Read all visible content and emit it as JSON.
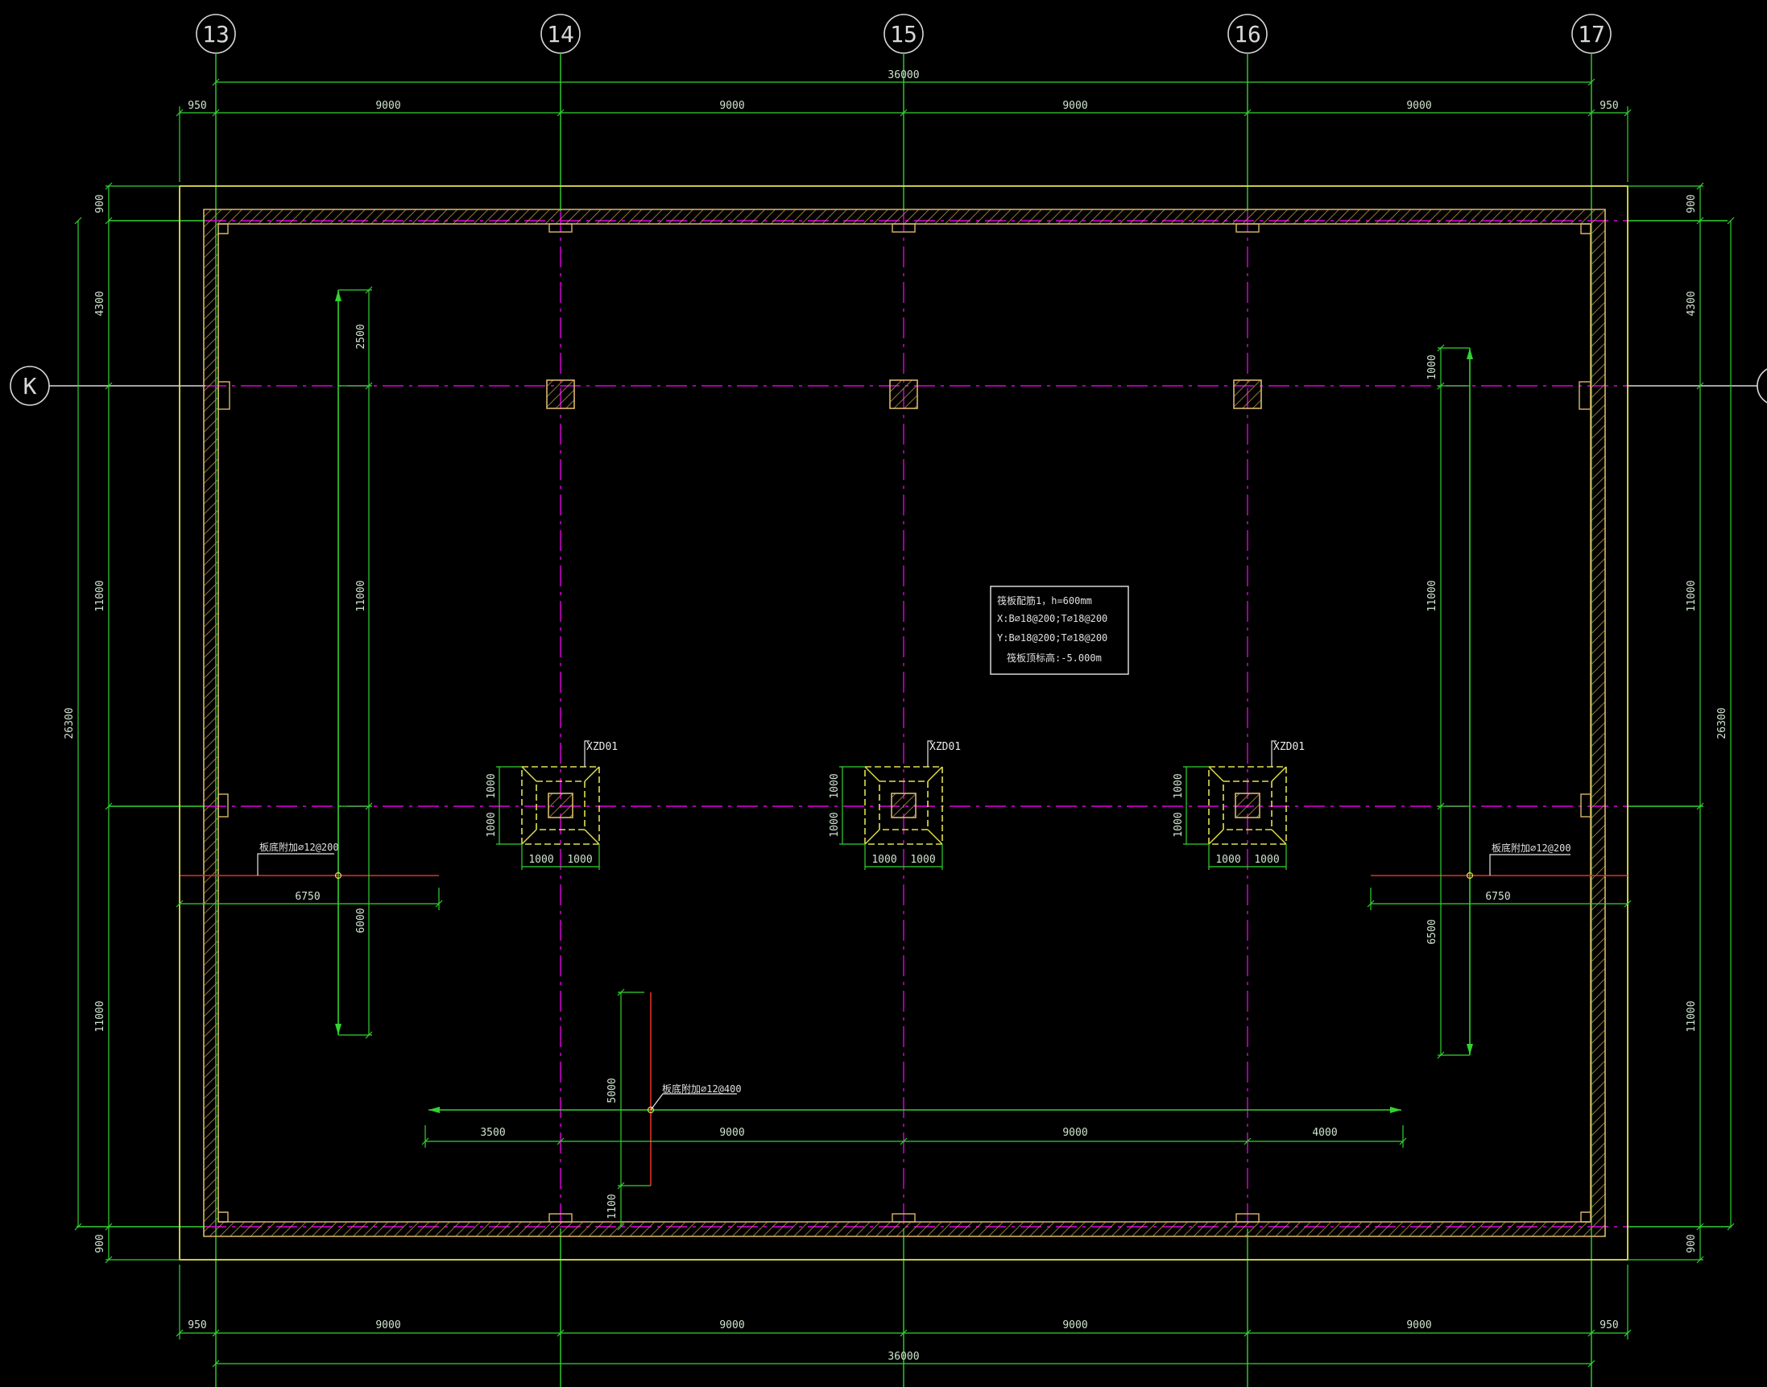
{
  "drawing": {
    "grid_axes": [
      "13",
      "14",
      "15",
      "16",
      "17"
    ],
    "row_axis": "K",
    "overall_width": "36000",
    "overall_height": "26300",
    "top_bays": [
      "950",
      "9000",
      "9000",
      "9000",
      "9000",
      "950"
    ],
    "bottom_bays": [
      "950",
      "9000",
      "9000",
      "9000",
      "9000",
      "950"
    ],
    "side_bays": [
      "900",
      "4300",
      "11000",
      "11000",
      "900"
    ],
    "raft_note": [
      "筏板配筋1，h=600mm",
      "X:B⌀18@200;T⌀18@200",
      "Y:B⌀18@200;T⌀18@200",
      "筏板顶标高:-5.000m"
    ],
    "column_caps": [
      {
        "tag": "XZD01",
        "dims_h": [
          "1000",
          "1000"
        ],
        "dims_v": [
          "1000",
          "1000"
        ]
      },
      {
        "tag": "XZD01",
        "dims_h": [
          "1000",
          "1000"
        ],
        "dims_v": [
          "1000",
          "1000"
        ]
      },
      {
        "tag": "XZD01",
        "dims_h": [
          "1000",
          "1000"
        ],
        "dims_v": [
          "1000",
          "1000"
        ]
      }
    ],
    "rebar_left": {
      "note": "板底附加⌀12@200",
      "dims_v": [
        "2500",
        "11000",
        "6000"
      ],
      "dim_h": "6750"
    },
    "rebar_right": {
      "note": "板底附加⌀12@200",
      "dims_v": [
        "1000",
        "11000",
        "6500"
      ],
      "dim_h": "6750"
    },
    "rebar_bottom": {
      "note": "板底附加⌀12@400",
      "dims_v": [
        "5000",
        "1100"
      ],
      "dims_h": [
        "3500",
        "9000",
        "9000",
        "4000"
      ]
    }
  },
  "colors": {
    "background": "#000000",
    "grid": "#e000e0",
    "dimension": "#32d232",
    "wall": "#d9b86a",
    "outline": "#e0e050",
    "accent_red": "#e03030",
    "text": "#e6e6e6"
  }
}
